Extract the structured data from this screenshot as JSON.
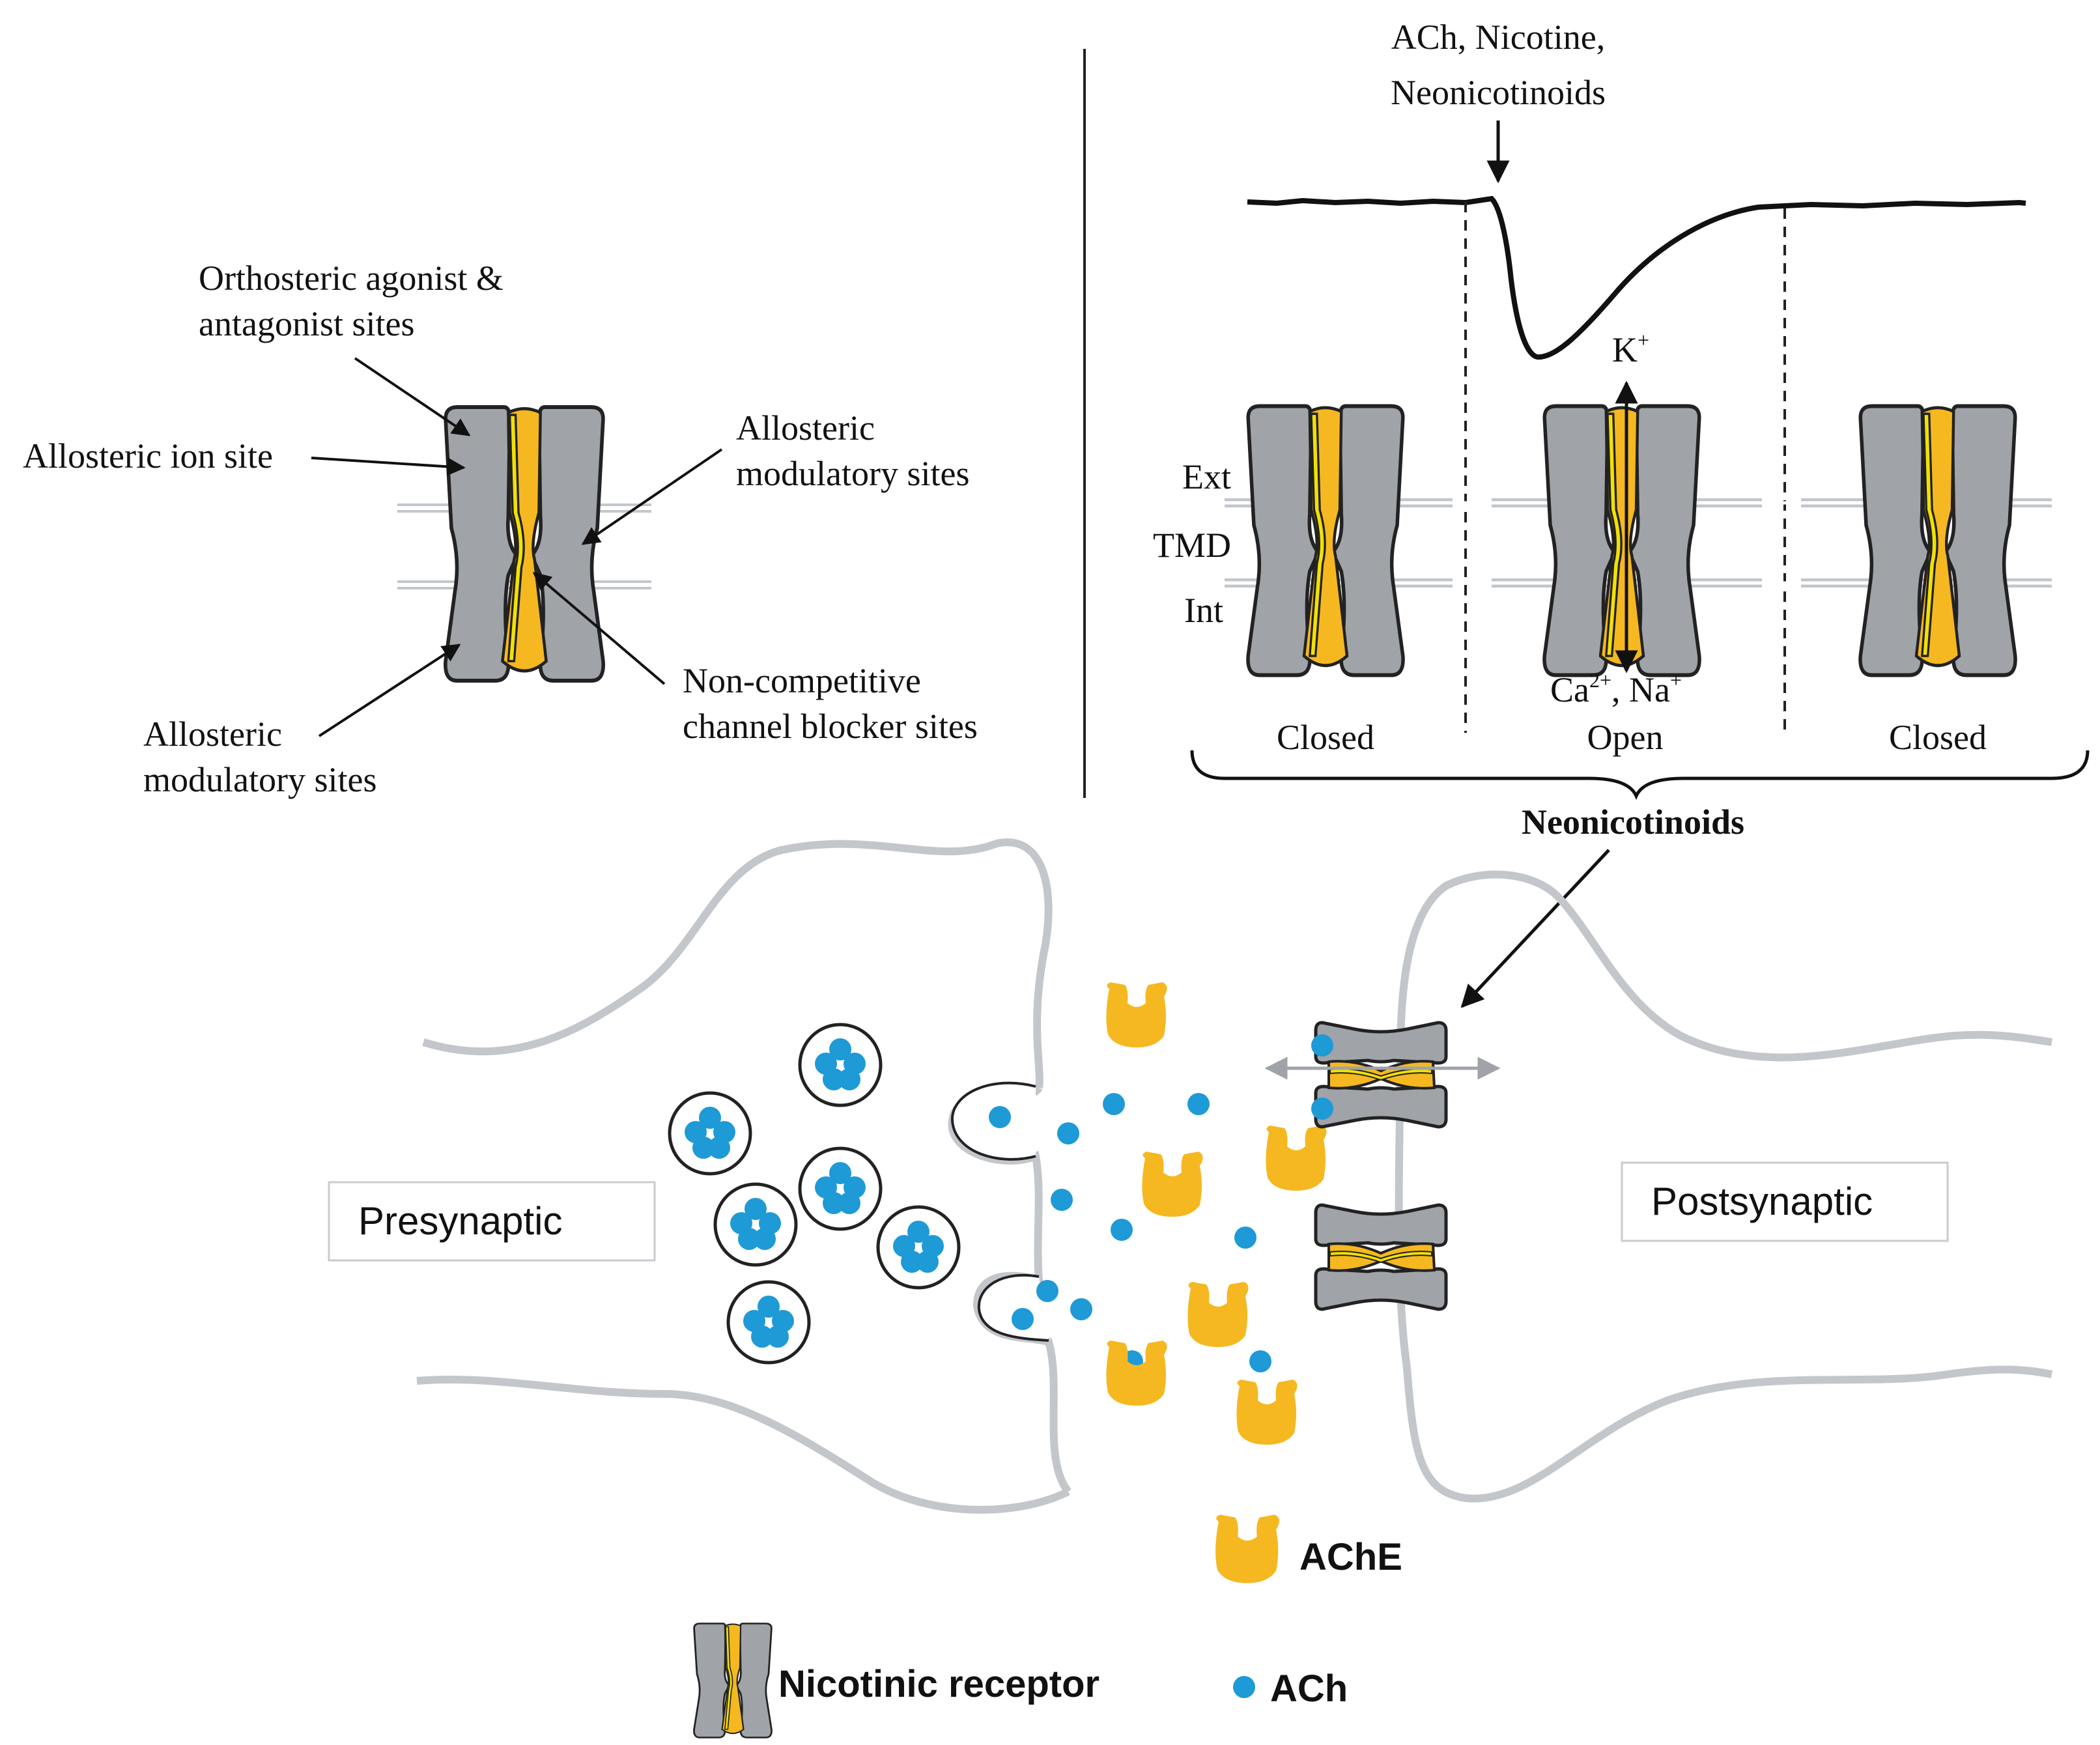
{
  "labels": {
    "orthosteric_line1": "Orthosteric agonist &",
    "orthosteric_line2": "antagonist sites",
    "allosteric_ion": "Allosteric ion site",
    "allosteric_mod_right_1": "Allosteric",
    "allosteric_mod_right_2": "modulatory sites",
    "noncompetitive_1": "Non-competitive",
    "noncompetitive_2": "channel blocker sites",
    "allosteric_mod_bottom_1": "Allosteric",
    "allosteric_mod_bottom_2": "modulatory sites",
    "ligands_line1": "ACh, Nicotine,",
    "ligands_line2": "Neonicotinoids",
    "k_ion": "K",
    "k_sup": "+",
    "ext": "Ext",
    "tmd": "TMD",
    "int": "Int",
    "ca_na": "Ca",
    "ca_sup": "2+",
    "na": ", Na",
    "na_sup": "+",
    "state_closed_1": "Closed",
    "state_open": "Open",
    "state_closed_2": "Closed",
    "neonicotinoids": "Neonicotinoids",
    "presynaptic": "Presynaptic",
    "postsynaptic": "Postsynaptic",
    "legend_ache": "AChE",
    "legend_receptor": "Nicotinic receptor",
    "legend_ach": "ACh"
  },
  "colors": {
    "receptor_gray": "#a0a3a8",
    "receptor_outline": "#222222",
    "channel_yellow": "#f5b820",
    "channel_inner_yellow": "#f2e100",
    "ach_blue": "#1e9ad6",
    "membrane_gray": "#c3c7cc"
  },
  "icons": {
    "receptor": "nicotinic-receptor-icon",
    "ache": "ache-enzyme-icon",
    "ach": "ach-molecule-icon"
  }
}
